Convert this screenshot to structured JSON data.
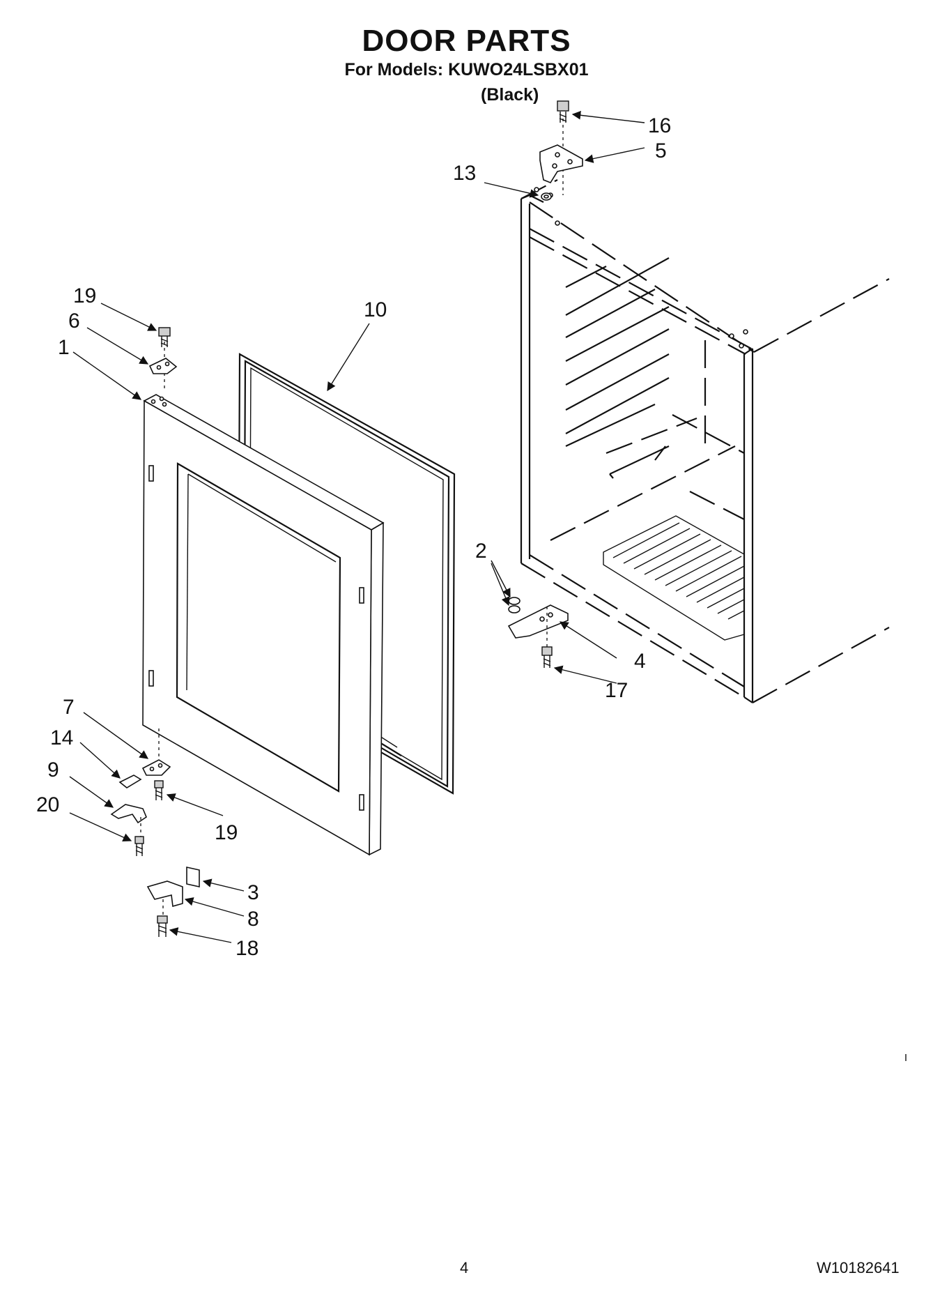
{
  "header": {
    "title": "DOOR PARTS",
    "subtitle": "For Models: KUWO24LSBX01",
    "variant": "(Black)"
  },
  "callouts": [
    {
      "id": "16",
      "label": "16"
    },
    {
      "id": "5",
      "label": "5"
    },
    {
      "id": "13",
      "label": "13"
    },
    {
      "id": "19a",
      "label": "19"
    },
    {
      "id": "6",
      "label": "6"
    },
    {
      "id": "1",
      "label": "1"
    },
    {
      "id": "10",
      "label": "10"
    },
    {
      "id": "2",
      "label": "2"
    },
    {
      "id": "4",
      "label": "4"
    },
    {
      "id": "17",
      "label": "17"
    },
    {
      "id": "7",
      "label": "7"
    },
    {
      "id": "14",
      "label": "14"
    },
    {
      "id": "9",
      "label": "9"
    },
    {
      "id": "20",
      "label": "20"
    },
    {
      "id": "19b",
      "label": "19"
    },
    {
      "id": "3",
      "label": "3"
    },
    {
      "id": "8",
      "label": "8"
    },
    {
      "id": "18",
      "label": "18"
    }
  ],
  "footer": {
    "page_number": "4",
    "doc_number": "W10182641"
  }
}
